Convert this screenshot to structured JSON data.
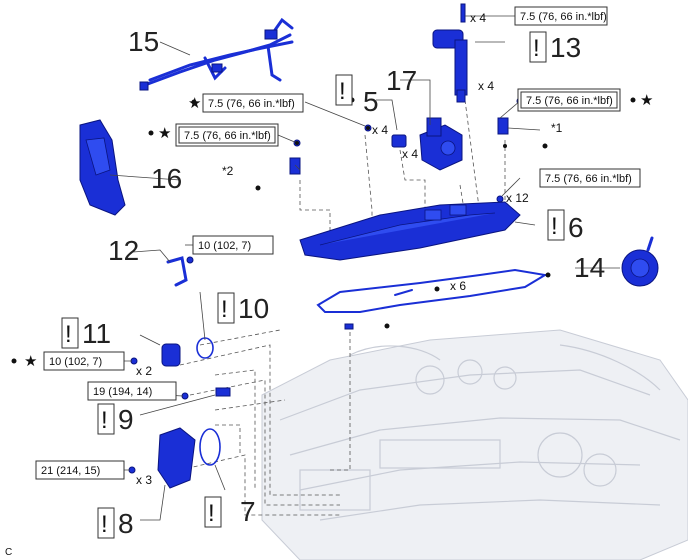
{
  "callouts": {
    "c5": "5",
    "c6": "6",
    "c7": "7",
    "c8": "8",
    "c9": "9",
    "c10": "10",
    "c11": "11",
    "c12": "12",
    "c13": "13",
    "c14": "14",
    "c15": "15",
    "c16": "16",
    "c17": "17"
  },
  "torques": {
    "t_top": "7.5 (76, 66 in.*lbf)",
    "t_mid_left": "7.5 (76, 66 in.*lbf)",
    "t_boxed_left": "7.5 (76, 66 in.*lbf)",
    "t_boxed_right": "7.5 (76, 66 in.*lbf)",
    "t_right": "7.5 (76, 66 in.*lbf)",
    "t_12": "10 (102, 7)",
    "t_11": "10 (102, 7)",
    "t_9": "19 (194, 14)",
    "t_8": "21 (214, 15)"
  },
  "quantities": {
    "q_top": "x 4",
    "q_13": "x 4",
    "q_mid": "x 4",
    "q_5": "x 4",
    "q_12": "x 12",
    "q_6": "x 6",
    "q_11": "x 2",
    "q_8": "x 3"
  },
  "marks": {
    "warning": "!",
    "star": "★",
    "note1": "*1",
    "note2": "*2"
  },
  "corner_label": "C",
  "colors": {
    "part": "#1a2fd6",
    "engine": "#c8ccd6"
  }
}
